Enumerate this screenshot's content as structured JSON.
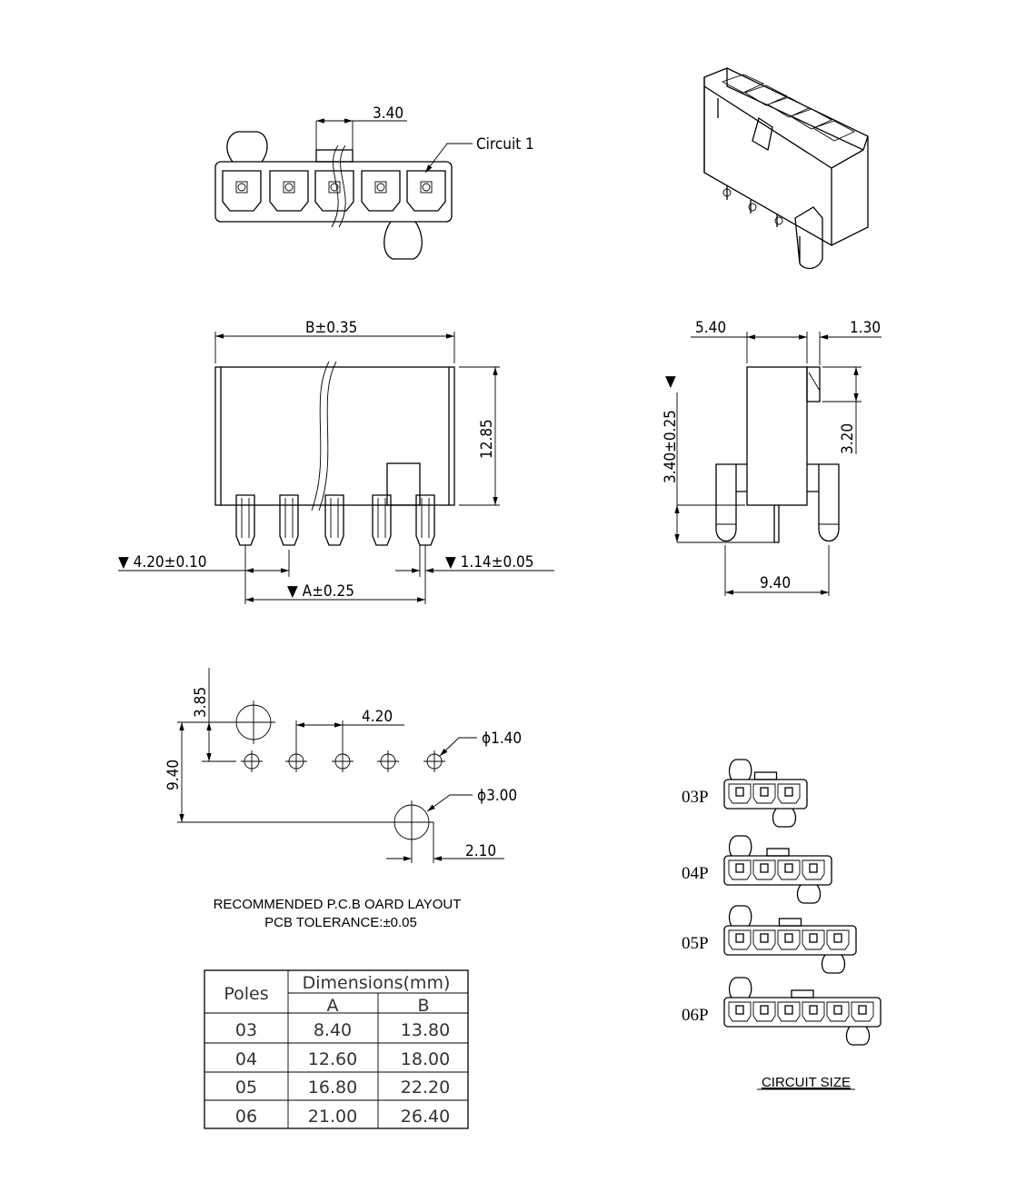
{
  "top_view": {
    "dim_pitch": "3.40",
    "circuit_label": "Circuit  1"
  },
  "front_view": {
    "dim_b": "B±0.35",
    "dim_height": "12.85",
    "dim_pitch": "▼ 4.20±0.10",
    "dim_a": "▼ A±0.25",
    "dim_pin": "▼ 1.14±0.05"
  },
  "side_view": {
    "dim_width": "5.40",
    "dim_latch": "1.30",
    "dim_standoff": "3.40±0.25",
    "standoff_marker": "▼",
    "dim_latch_height": "3.20",
    "dim_peg_spacing": "9.40"
  },
  "pcb_layout": {
    "dim_offset_y": "3.85",
    "dim_pitch": "4.20",
    "dim_hole": "ϕ1.40",
    "dim_offset_total": "9.40",
    "dim_peg_hole": "ϕ3.00",
    "dim_peg_x": "2.10",
    "caption_line1": "RECOMMENDED P.C.B OARD LAYOUT",
    "caption_line2": "PCB TOLERANCE:±0.05"
  },
  "dimensions_table": {
    "poles_header": "Poles",
    "dimensions_header": "Dimensions(mm)",
    "col_a": "A",
    "col_b": "B",
    "rows": [
      {
        "poles": "03",
        "a": "8.40",
        "b": "13.80"
      },
      {
        "poles": "04",
        "a": "12.60",
        "b": "18.00"
      },
      {
        "poles": "05",
        "a": "16.80",
        "b": "22.20"
      },
      {
        "poles": "06",
        "a": "21.00",
        "b": "26.40"
      }
    ]
  },
  "circuit_size": {
    "title": "CIRCUIT SIZE",
    "variants": [
      {
        "label": "03P",
        "count": 3
      },
      {
        "label": "04P",
        "count": 4
      },
      {
        "label": "05P",
        "count": 5
      },
      {
        "label": "06P",
        "count": 6
      }
    ]
  }
}
